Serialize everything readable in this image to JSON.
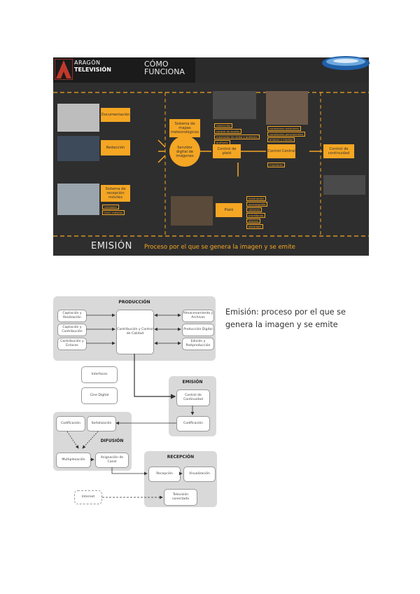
{
  "logo": {
    "line1": "ARAGÓN",
    "line2": "TELEVISIÓN"
  },
  "poster": {
    "title_line1": "CÓMO",
    "title_line2": "FUNCIONA",
    "boxes": {
      "documentacion": "Documentación",
      "redaccion": "Redacción",
      "moviles": "Sistema de recepción móviles",
      "sistema_mapas": "Sistema de mapas meteorológicos",
      "servidor": "Servidor digital de imágenes",
      "control_plato": "Control de plató",
      "plato": "Plató",
      "control_central": "Control Central",
      "control_continuidad": "Control de continuidad"
    },
    "tags_left": [
      "Unidades",
      "Unid. móviles"
    ],
    "tags_plato_control": [
      "realización",
      "control de sonido",
      "mezclador de vídeo y grafismo",
      "grafismo"
    ],
    "tags_central": [
      "conexiones exteriores",
      "conexiones permanentes",
      "enlaces y medios",
      "monitores"
    ],
    "tags_plato": [
      "iluminación",
      "escenografía",
      "cámaras",
      "micrófonos",
      "atrezzo",
      "decorado"
    ],
    "emision": "EMISIÓN",
    "proceso": "Proceso por el que se genera la imagen y se emite"
  },
  "caption": "Emisión: proceso por el que se genera la imagen y se emite",
  "diagram": {
    "produccion": {
      "title": "PRODUCCIÓN",
      "left": [
        "Captación y Realización",
        "Captación y Contribución",
        "Contribución y Enlaces"
      ],
      "center": "Contribución y Control de Calidad",
      "right": [
        "Almacenamiento y Archivos",
        "Producción Digital",
        "Edición y Postproducción"
      ]
    },
    "extras": [
      "Interfaces",
      "Cine Digital"
    ],
    "emision": {
      "title": "EMISIÓN",
      "items": [
        "Control de Continuidad",
        "Codificación"
      ]
    },
    "difusion": {
      "title": "DIFUSIÓN",
      "items": [
        "Codificación",
        "Señalización",
        "Multiplexación",
        "Asignación de Canal"
      ]
    },
    "recepcion": {
      "title": "RECEPCIÓN",
      "items": [
        "Recepción",
        "Visualización",
        "Televisión conectada"
      ]
    },
    "internet": "Internet"
  }
}
